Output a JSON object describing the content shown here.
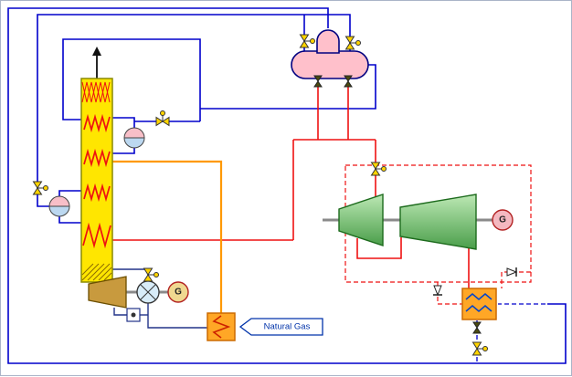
{
  "labels": {
    "natural_gas_stream": "Natural Gas",
    "generator_left": "G",
    "generator_right": "G"
  },
  "colors": {
    "cold_stream": "#0000cc",
    "hot_stream": "#ee1111",
    "flue_stream": "#ff9900",
    "column_fill": "#ffe600",
    "column_border": "#8a8a00",
    "drum_fill": "#ffc0cb",
    "drum_border": "#000080",
    "expander_fill": "#c89a3e",
    "heater_fill": "#ffa726",
    "generator_left_fill": "#f0d890",
    "generator_right_fill": "#f4b8c0",
    "shaft_color": "#8a8a8a"
  },
  "equipment": [
    {
      "id": "packed-column",
      "icon": "column-with-coils"
    },
    {
      "id": "steam-drum",
      "icon": "horizontal-drum-with-dome"
    },
    {
      "id": "hp-turbine",
      "icon": "turbine-trapezoid"
    },
    {
      "id": "lp-turbine",
      "icon": "turbine-trapezoid"
    },
    {
      "id": "generator-right",
      "icon": "generator-circle"
    },
    {
      "id": "gas-expander",
      "icon": "expander-trapezoid"
    },
    {
      "id": "air-blower",
      "icon": "fan-circle"
    },
    {
      "id": "generator-left",
      "icon": "generator-circle"
    },
    {
      "id": "fuel-gas-heater",
      "icon": "coil-exchanger-box"
    },
    {
      "id": "condenser-cooler",
      "icon": "coil-exchanger-box"
    },
    {
      "id": "exchanger-upper",
      "icon": "split-circle-exchanger"
    },
    {
      "id": "exchanger-lower",
      "icon": "split-circle-exchanger"
    }
  ]
}
